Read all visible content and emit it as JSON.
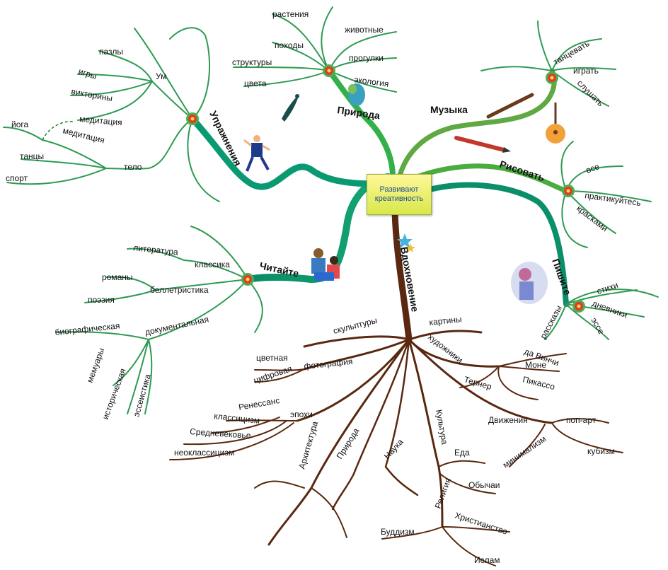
{
  "central_topic": "Развивают креативность",
  "colors": {
    "green_dark": "#0a9a72",
    "green_light": "#6ab04a",
    "leaf_green": "#2e9a52",
    "brown": "#5a2810",
    "brown_light": "#7a3a1c",
    "flower": "#e23a2a",
    "center_box": "#e6ef6a"
  },
  "branches": {
    "exercise": {
      "label": "Упражнения",
      "mind": {
        "label": "Ум",
        "items": [
          "пазлы",
          "игры",
          "викторины",
          "медитация"
        ]
      },
      "body": {
        "label": "тело",
        "items": [
          "медитация",
          "йога",
          "танцы",
          "спорт"
        ]
      }
    },
    "nature": {
      "label": "Природа",
      "items": [
        "растения",
        "животные",
        "походы",
        "прогулки",
        "структуры",
        "экология",
        "цвета"
      ]
    },
    "music": {
      "label": "Музыка",
      "items": [
        "танцевать",
        "играть",
        "слушать"
      ]
    },
    "draw": {
      "label": "Рисовать",
      "items": [
        "все",
        "практикуйтесь",
        "красками"
      ]
    },
    "write": {
      "label": "Пишите",
      "items": [
        "стихи",
        "дневники",
        "рассказы",
        "эссе"
      ]
    },
    "read": {
      "label": "Читайте",
      "classics": {
        "label": "классика",
        "items": [
          "литература"
        ]
      },
      "fiction": {
        "label": "беллетристика",
        "items": [
          "романы",
          "поэзия"
        ]
      },
      "documentary": {
        "label": "документальная",
        "items": [
          "биографическая",
          "мемуары",
          "историческая",
          "эссеистика"
        ]
      }
    },
    "inspiration": {
      "label": "Вдохновение",
      "sculptures": "скульптуры",
      "paintings": "картины",
      "artists": {
        "label": "художники",
        "items": [
          "да Винчи",
          "Моне",
          "Тернер",
          "Пикассо"
        ]
      },
      "photography": {
        "label": "фотография",
        "items": [
          "цветная",
          "цифровая"
        ]
      },
      "architecture": {
        "label": "Архитектура",
        "epochs": {
          "label": "эпохи",
          "items": [
            "Ренессанс",
            "классицизм",
            "Средневековье",
            "неоклассицизм"
          ]
        }
      },
      "nature": "Природа",
      "science": "Наука",
      "culture": {
        "label": "Культура",
        "items": [
          "Еда",
          "Обычаи"
        ],
        "religion": {
          "label": "Религия",
          "items": [
            "Буддизм",
            "Христианство",
            "Ислам"
          ]
        }
      },
      "movements": {
        "label": "Движения",
        "items": [
          "поп-арт",
          "минимализм",
          "кубизм"
        ]
      }
    }
  }
}
